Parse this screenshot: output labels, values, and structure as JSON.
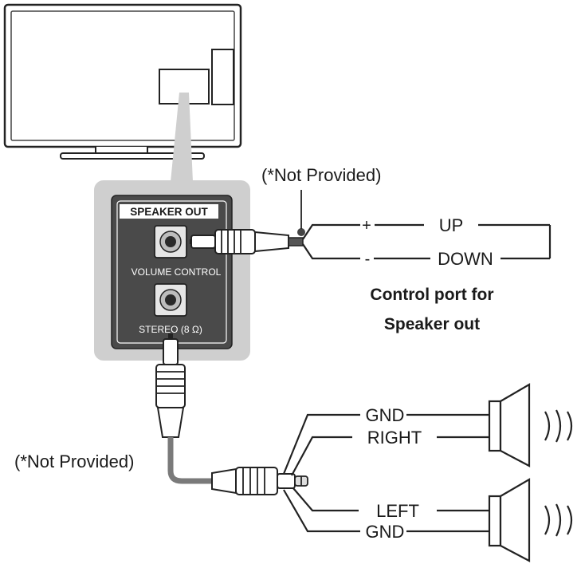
{
  "labels": {
    "not_provided_top": "(*Not Provided)",
    "not_provided_left": "(*Not Provided)",
    "speaker_out": "SPEAKER OUT",
    "volume_control": "VOLUME CONTROL",
    "stereo": "STEREO (8 Ω)",
    "plus": "+",
    "minus": "-",
    "up": "UP",
    "down": "DOWN",
    "control_port_line1": "Control port for",
    "control_port_line2": "Speaker out",
    "gnd_top": "GND",
    "right": "RIGHT",
    "left": "LEFT",
    "gnd_bottom": "GND"
  }
}
